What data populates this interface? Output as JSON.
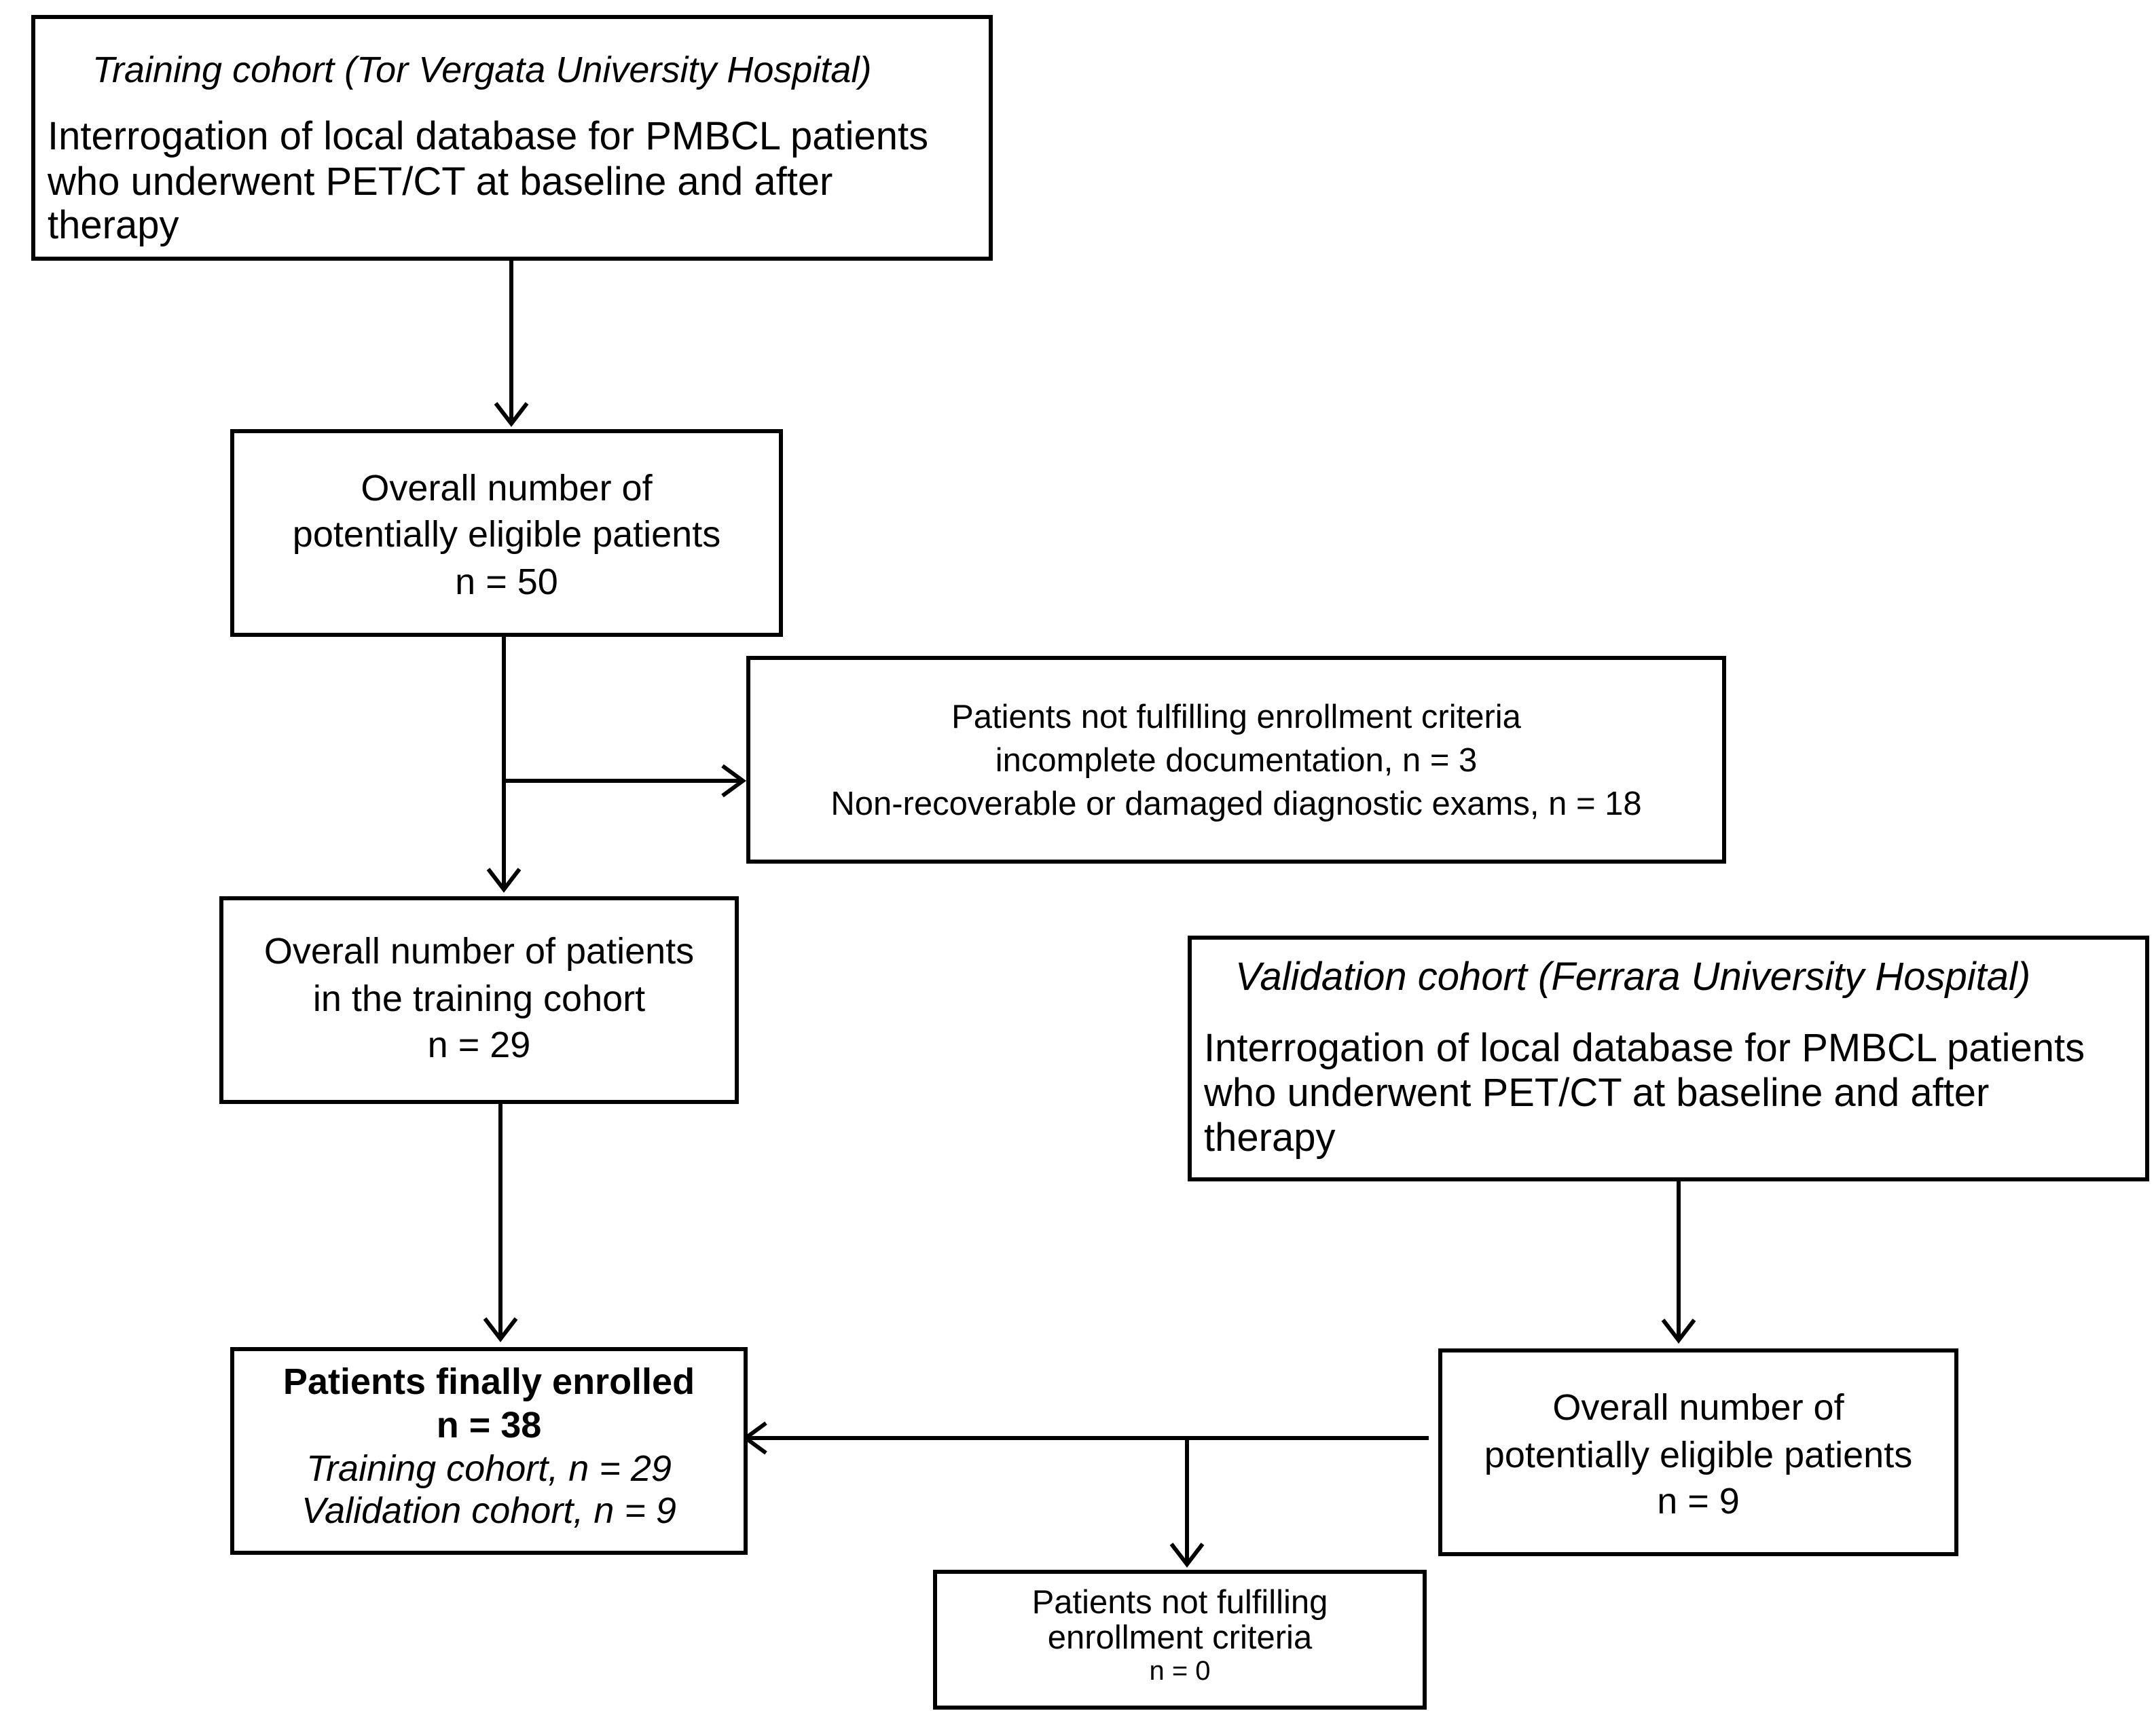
{
  "training_source": {
    "title": "Training cohort (Tor Vergata University Hospital)",
    "lines": [
      "Interrogation of local database for PMBCL patients",
      "who underwent PET/CT at baseline and after",
      "therapy"
    ]
  },
  "training_eligible": {
    "lines": [
      "Overall number of",
      "potentially eligible patients",
      "n = 50"
    ]
  },
  "training_excluded": {
    "lines": [
      "Patients not fulfilling enrollment criteria",
      "incomplete documentation,  n = 3",
      "Non-recoverable or damaged diagnostic exams,  n = 18"
    ]
  },
  "training_cohort": {
    "lines": [
      "Overall number of patients",
      "in the training cohort",
      "n = 29"
    ]
  },
  "validation_source": {
    "title": "Validation cohort (Ferrara University Hospital)",
    "lines": [
      "Interrogation of local database for PMBCL patients",
      "who underwent PET/CT at baseline and after",
      "therapy"
    ]
  },
  "validation_eligible": {
    "lines": [
      "Overall number of",
      "potentially eligible patients",
      "n = 9"
    ]
  },
  "final_enrolled": {
    "title": "Patients finally enrolled",
    "total": "n = 38",
    "training": "Training cohort, n = 29",
    "validation": "Validation cohort, n = 9"
  },
  "validation_excluded": {
    "lines": [
      "Patients not fulfilling",
      "enrollment  criteria",
      "n = 0"
    ]
  }
}
